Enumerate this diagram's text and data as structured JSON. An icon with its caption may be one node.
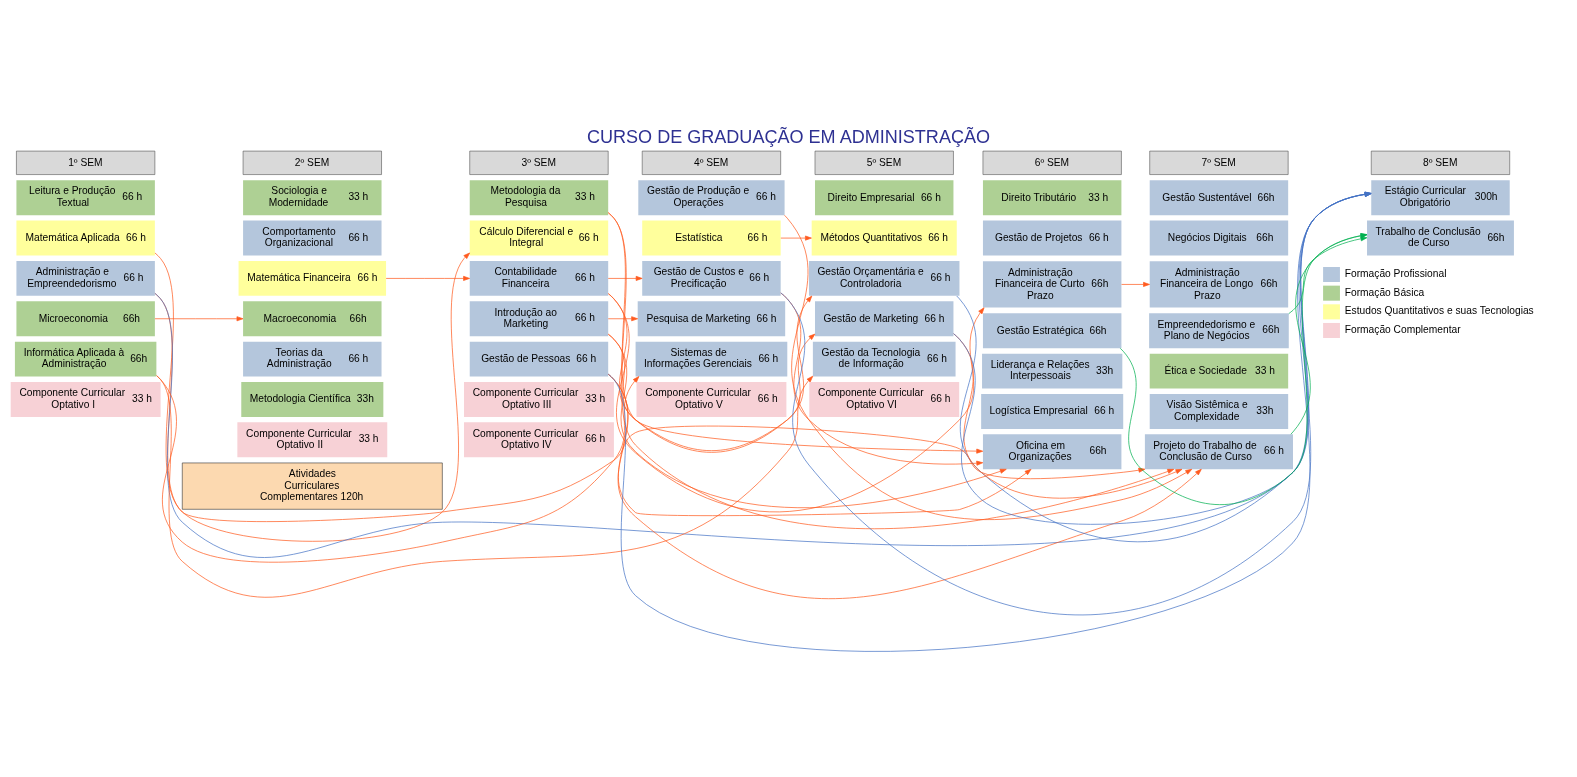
{
  "diagram": {
    "title": "CURSO DE GRADUAÇÃO EM ADMINISTRAÇÃO",
    "nodes": [
      {
        "text": [
          "1º SEM"
        ]
      },
      {
        "text": [
          "Leitura e Produção Textual",
          "66 h"
        ]
      },
      {
        "text": [
          "Matemática Aplicada",
          "66 h"
        ]
      },
      {
        "text": [
          "Administração e Empreendedorismo",
          "66 h"
        ]
      },
      {
        "text": [
          "Microeconomia",
          "66h"
        ]
      },
      {
        "text": [
          "Informática Aplicada à Administração",
          "66h"
        ]
      },
      {
        "text": [
          "Componente Curricular Optativo I",
          "33 h"
        ]
      },
      {
        "text": [
          "2º SEM"
        ]
      },
      {
        "text": [
          "Sociologia e Modernidade",
          "33 h"
        ]
      },
      {
        "text": [
          "Comportamento Organizacional",
          "66 h"
        ]
      },
      {
        "text": [
          "Matemática Financeira",
          "66 h"
        ]
      },
      {
        "text": [
          "Macroeconomia",
          "66h"
        ]
      },
      {
        "text": [
          "Teorias da Administração",
          "66 h"
        ]
      },
      {
        "text": [
          "Metodologia Científica",
          "33h"
        ]
      },
      {
        "text": [
          "Componente Curricular Optativo II",
          "33 h"
        ]
      },
      {
        "text": [
          "3º SEM"
        ]
      },
      {
        "text": [
          "Metodologia da Pesquisa",
          "33 h"
        ]
      },
      {
        "text": [
          "Cálculo Diferencial e Integral",
          "66 h"
        ]
      },
      {
        "text": [
          "Contabilidade Financeira",
          "66 h"
        ]
      },
      {
        "text": [
          "Introdução ao Marketing",
          "66 h"
        ]
      },
      {
        "text": [
          "Gestão de Pessoas",
          "66 h"
        ]
      },
      {
        "text": [
          "Componente Curricular Optativo III",
          "33 h"
        ]
      },
      {
        "text": [
          "Componente Curricular Optativo IV",
          "66 h"
        ]
      },
      {
        "text": [
          "4º SEM"
        ]
      },
      {
        "text": [
          "Gestão de Produção e Operações",
          "66 h"
        ]
      },
      {
        "text": [
          "Estatística",
          "66 h"
        ]
      },
      {
        "text": [
          "Gestão de Custos e Precificação",
          "66 h"
        ]
      },
      {
        "text": [
          "Pesquisa de Marketing",
          "66 h"
        ]
      },
      {
        "text": [
          "Sistemas de Informações Gerenciais",
          "66 h"
        ]
      },
      {
        "text": [
          "Componente Curricular Optativo V",
          "66 h"
        ]
      },
      {
        "text": [
          "5º SEM"
        ]
      },
      {
        "text": [
          "Direito Empresarial",
          "66 h"
        ]
      },
      {
        "text": [
          "Métodos Quantitativos",
          "66 h"
        ]
      },
      {
        "text": [
          "Gestão Orçamentária e Controladoria",
          "66 h"
        ]
      },
      {
        "text": [
          "Gestão de Marketing",
          "66 h"
        ]
      },
      {
        "text": [
          "Gestão da Tecnologia de Informação",
          "66 h"
        ]
      },
      {
        "text": [
          "Componente Curricular Optativo VI",
          "66 h"
        ]
      },
      {
        "text": [
          "6º SEM"
        ]
      },
      {
        "text": [
          "Direito Tributário",
          "33 h"
        ]
      },
      {
        "text": [
          "Gestão de Projetos",
          "66 h"
        ]
      },
      {
        "text": [
          "Administração Financeira de Curto Prazo",
          "66h"
        ]
      },
      {
        "text": [
          "Gestão Estratégica",
          "66h"
        ]
      },
      {
        "text": [
          "Liderança e Relações Interpessoais",
          "33h"
        ]
      },
      {
        "text": [
          "Logística Empresarial",
          "66 h"
        ]
      },
      {
        "text": [
          "Oficina em Organizações",
          "66h"
        ]
      },
      {
        "text": [
          "7º SEM"
        ]
      },
      {
        "text": [
          "Gestão Sustentável",
          "66h"
        ]
      },
      {
        "text": [
          "Negócios Digitais",
          "66h"
        ]
      },
      {
        "text": [
          "Administração Financeira de Longo Prazo",
          "66h"
        ]
      },
      {
        "text": [
          "Empreendedorismo e Plano de Negócios",
          "66h"
        ]
      },
      {
        "text": [
          "Ética e Sociedade",
          "33 h"
        ]
      },
      {
        "text": [
          "Visão Sistêmica e Complexidade",
          "33h"
        ]
      },
      {
        "text": [
          "Projeto do Trabalho de Conclusão de Curso",
          "66 h"
        ]
      },
      {
        "text": [
          "8º SEM"
        ]
      },
      {
        "text": [
          "Estágio Curricular Obrigatório",
          "300h"
        ]
      },
      {
        "text": [
          "Trabalho de Conclusão de Curso",
          "66h"
        ]
      },
      {
        "text": [
          "Atividades Curriculares Complementares 120h"
        ]
      }
    ],
    "edges": [
      {
        "from": 2,
        "to": 17,
        "arrow": "to"
      },
      {
        "from": 10,
        "to": 18,
        "arrow": "to"
      },
      {
        "from": 4,
        "to": 11,
        "arrow": "to"
      },
      {
        "from": 25,
        "to": 32,
        "arrow": "to"
      },
      {
        "from": 18,
        "to": 26,
        "arrow": "to"
      },
      {
        "from": 18,
        "to": 33,
        "arrow": "to"
      },
      {
        "from": 18,
        "to": 40,
        "arrow": "to"
      },
      {
        "from": 40,
        "to": 48,
        "arrow": "to"
      },
      {
        "from": 19,
        "to": 27,
        "arrow": "to"
      },
      {
        "from": 19,
        "to": 34,
        "arrow": "to"
      },
      {
        "from": 5,
        "to": 28,
        "arrow": "to"
      },
      {
        "from": 5,
        "to": 35,
        "arrow": "to"
      },
      {
        "from": 16,
        "to": 44,
        "arrow": "to"
      },
      {
        "from": 19,
        "to": 44,
        "arrow": "to"
      },
      {
        "from": 20,
        "to": 44,
        "arrow": "to"
      },
      {
        "from": 26,
        "to": 44,
        "arrow": "to"
      },
      {
        "from": 3,
        "to": 52,
        "arrow": "to"
      },
      {
        "from": 20,
        "to": 52,
        "arrow": "to"
      },
      {
        "from": 16,
        "to": 52,
        "arrow": "to"
      },
      {
        "from": 24,
        "to": 52,
        "arrow": "to"
      },
      {
        "from": 34,
        "to": 52,
        "arrow": "to"
      },
      {
        "from": 3,
        "to": 54,
        "arrow": "to",
        "color": "#4472c4"
      },
      {
        "from": 26,
        "to": 54,
        "arrow": "to",
        "color": "#4472c4"
      },
      {
        "from": 33,
        "to": 54,
        "arrow": "to",
        "color": "#4472c4"
      },
      {
        "from": 34,
        "to": 54,
        "arrow": "to",
        "color": "#4472c4"
      },
      {
        "from": 20,
        "to": 54,
        "arrow": "to",
        "color": "#4472c4"
      },
      {
        "from": 41,
        "to": 55,
        "arrow": "to",
        "color": "#00b050"
      },
      {
        "from": 49,
        "to": 55,
        "arrow": "to",
        "color": "#00b050"
      },
      {
        "from": 52,
        "to": 55,
        "arrow": "to",
        "color": "#00b050"
      }
    ],
    "legend": [
      {
        "text": "Formação Profissional",
        "color": "#b4c6dc"
      },
      {
        "text": "Formação Básica",
        "color": "#aed094"
      },
      {
        "text": "Estudos Quantitativos e suas Tecnologias",
        "color": "#ffff9c"
      },
      {
        "text": "Formação Complementar",
        "color": "#f7d1d6"
      }
    ]
  }
}
